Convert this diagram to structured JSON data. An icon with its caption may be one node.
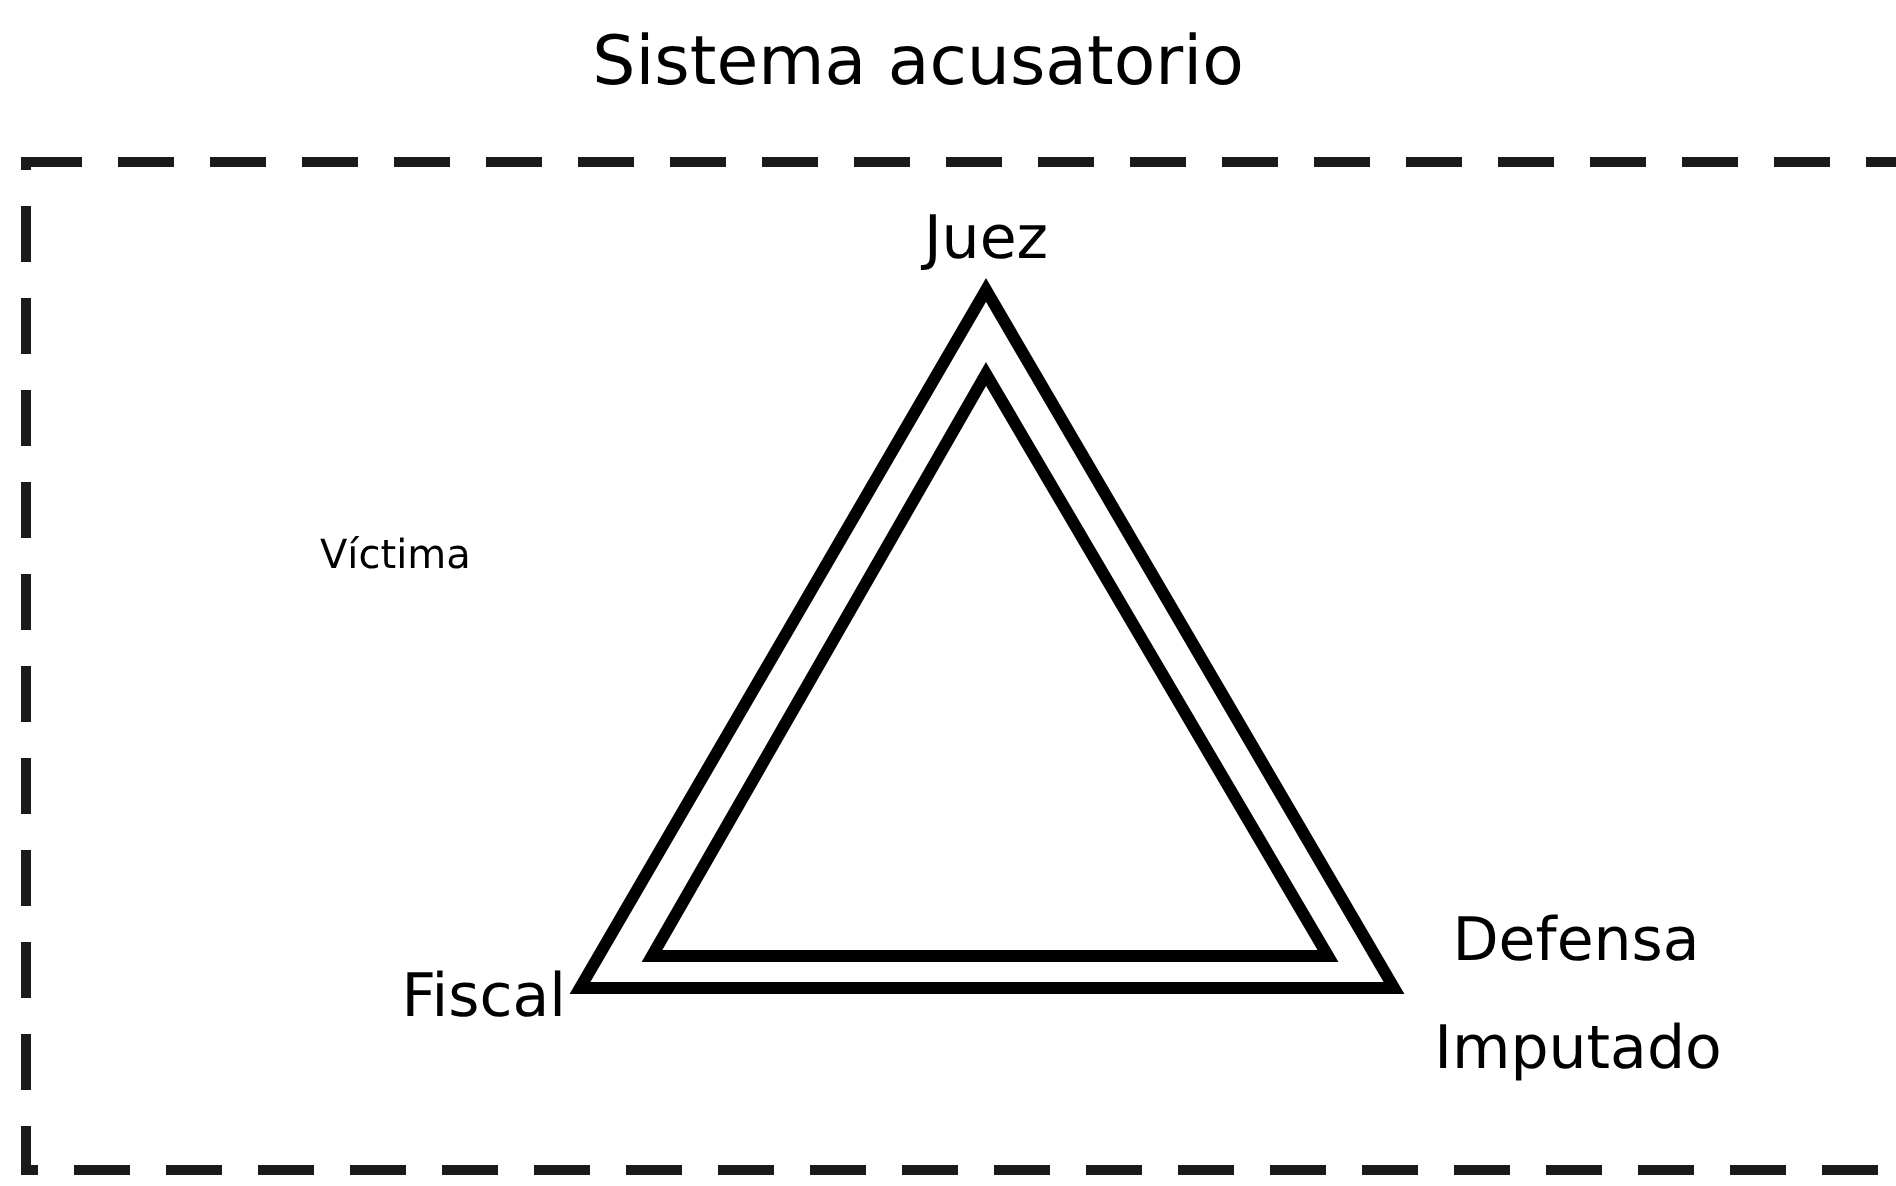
{
  "diagram": {
    "title": "Sistema acusatorio",
    "nodes": [
      {
        "text": [],
        "shape": "box"
      },
      {
        "text": [],
        "shape": "triangle",
        "in": 0
      }
    ],
    "labels": [
      "Juez",
      "Víctima",
      "Fiscal",
      "Defensa",
      "Imputado"
    ]
  }
}
